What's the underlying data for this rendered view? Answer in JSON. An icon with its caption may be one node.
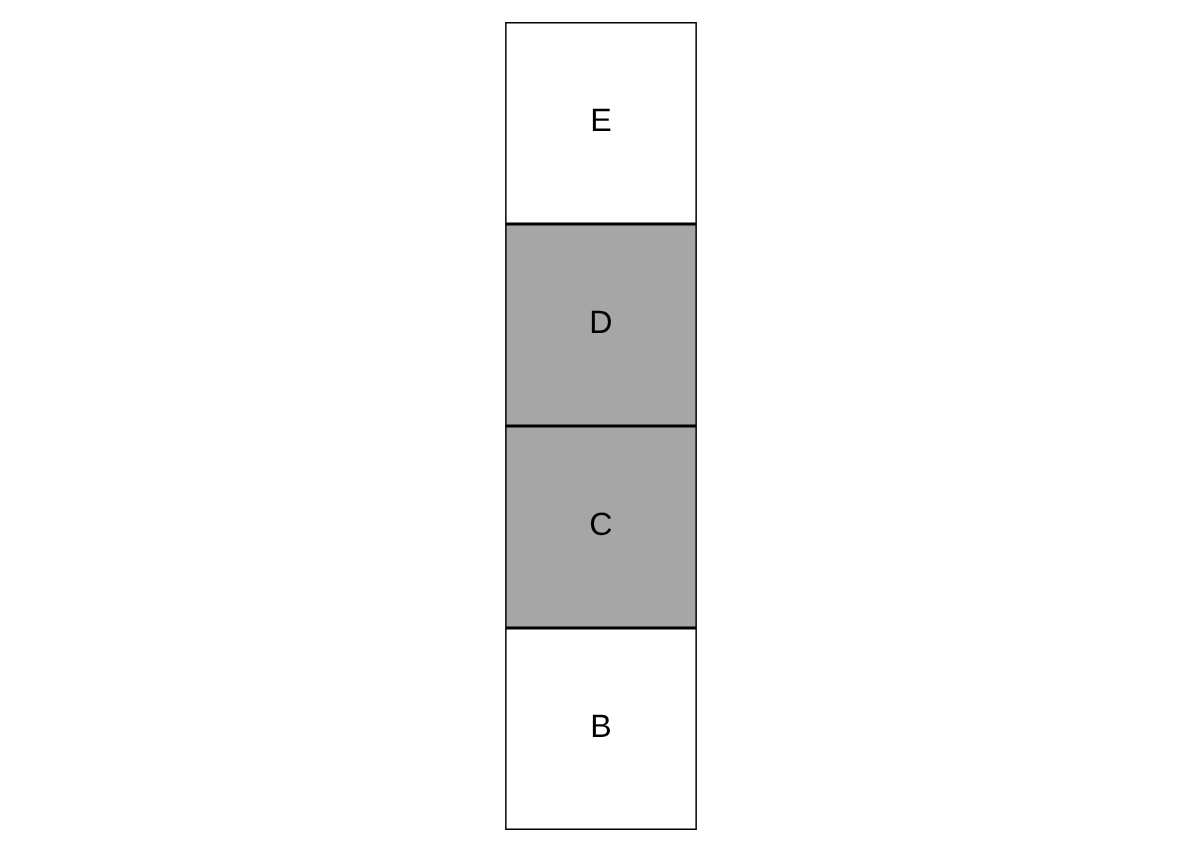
{
  "diagram": {
    "nodes": [
      {
        "text": [
          "B"
        ]
      },
      {
        "text": [
          "C"
        ]
      },
      {
        "text": [
          "D"
        ]
      },
      {
        "text": [
          "E"
        ]
      }
    ]
  }
}
